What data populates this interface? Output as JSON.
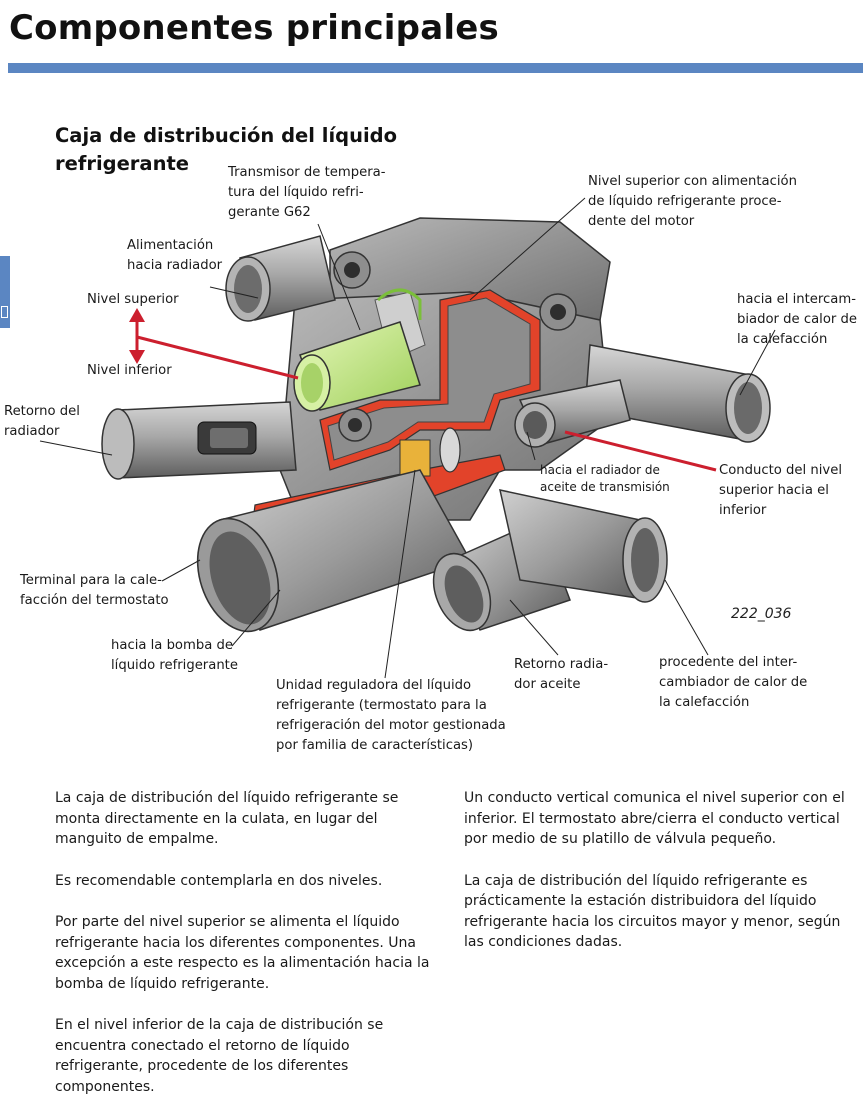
{
  "page_title": "Componentes principales",
  "section_title": [
    "Caja de distribución del líquido",
    "refrigerante"
  ],
  "figure_id": "222_036",
  "callouts": {
    "transmisor": [
      "Transmisor de tempera-",
      "tura del líquido refri-",
      "gerante G62"
    ],
    "nivel_superior_alimentacion": [
      "Nivel superior con alimentación",
      "de líquido refrigerante proce-",
      "dente del motor"
    ],
    "alimentacion_radiador": [
      "Alimentación",
      "hacia radiador"
    ],
    "nivel_superior": "Nivel superior",
    "nivel_inferior": "Nivel inferior",
    "intercambiador_calor": [
      "hacia el intercam-",
      "biador de calor de",
      "la calefacción"
    ],
    "retorno_radiador": [
      "Retorno del",
      "radiador"
    ],
    "radiador_aceite": [
      "hacia el radiador de",
      "aceite de transmisión"
    ],
    "conducto_nivel": [
      "Conducto del nivel",
      "superior hacia el",
      "inferior"
    ],
    "terminal_calefaccion": [
      "Terminal para la cale-",
      "facción del termostato"
    ],
    "bomba": [
      "hacia la bomba de",
      "líquido refrigerante"
    ],
    "retorno_aceite": [
      "Retorno radia-",
      "dor aceite"
    ],
    "procedente_intercambiador": [
      "procedente del inter-",
      "cambiador de calor de",
      "la calefacción"
    ],
    "unidad_reguladora": [
      "Unidad reguladora del líquido",
      "refrigerante (termostato para la",
      "refrigeración del motor gestionada",
      "por familia de características)"
    ]
  },
  "body": {
    "left": [
      [
        "La caja de distribución del líquido refrigerante se",
        "monta directamente en la culata, en lugar del",
        "manguito de empalme."
      ],
      [
        "Es recomendable contemplarla en dos niveles."
      ],
      [
        "Por parte del nivel superior se alimenta el líquido",
        "refrigerante hacia los diferentes componentes. Una",
        "excepción a este respecto es la alimentación hacia la",
        "bomba de líquido refrigerante."
      ],
      [
        "En el nivel inferior de la caja de distribución se",
        "encuentra conectado el retorno de líquido",
        "refrigerante, procedente de los diferentes",
        "componentes."
      ]
    ],
    "right": [
      [
        "Un conducto vertical comunica el nivel superior con el",
        "inferior. El termostato abre/cierra el conducto vertical",
        "por medio de su platillo de válvula pequeño."
      ],
      [
        "La caja de distribución del líquido refrigerante es",
        "prácticamente la estación distribuidora del líquido",
        "refrigerante hacia los circuitos mayor y menor, según",
        "las condiciones dadas."
      ]
    ]
  },
  "colors": {
    "accent_blue": "#5b86c2",
    "housing_gray": "#9a9a9a",
    "section_red": "#e2432a",
    "sensor_green": "#c8e890",
    "level_line_red": "#cc1f2e"
  }
}
